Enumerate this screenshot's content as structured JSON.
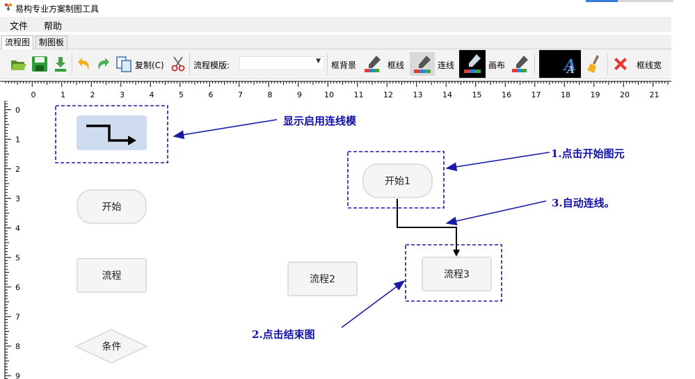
{
  "window": {
    "title": "易构专业方案制图工具"
  },
  "menu": {
    "file": "文件",
    "help": "帮助"
  },
  "tabs": {
    "flowchart": "流程图",
    "drawboard": "制图板"
  },
  "toolbar": {
    "copy_label": "复制(C)",
    "template_label": "流程模版:",
    "template_value": "",
    "frame_bg_label": "框背景",
    "frame_line_label": "框线",
    "connect_label": "连线",
    "canvas_label": "画布",
    "frame_width_label": "框线宽"
  },
  "ruler": {
    "h_labels": [
      "0",
      "1",
      "2",
      "3",
      "4",
      "5",
      "6",
      "7",
      "8",
      "9",
      "10",
      "11",
      "12",
      "13",
      "14",
      "15",
      "16",
      "17",
      "18",
      "19",
      "20",
      "21"
    ],
    "v_labels": [
      "0",
      "1",
      "2",
      "3",
      "4",
      "5",
      "6",
      "7",
      "8",
      "9"
    ]
  },
  "shapes": {
    "start": "开始",
    "process": "流程",
    "condition": "条件",
    "start1": "开始1",
    "process2": "流程2",
    "process3": "流程3"
  },
  "annotations": {
    "connect_mode": "显示启用连线模",
    "step1": "1.点击开始图元",
    "step2": "2.点击结束图",
    "step3": "3.自动连线。"
  },
  "colors": {
    "annotation": "#1212a8",
    "dash_box": "#1a1aa8",
    "canvas_swatch": "#000000"
  }
}
